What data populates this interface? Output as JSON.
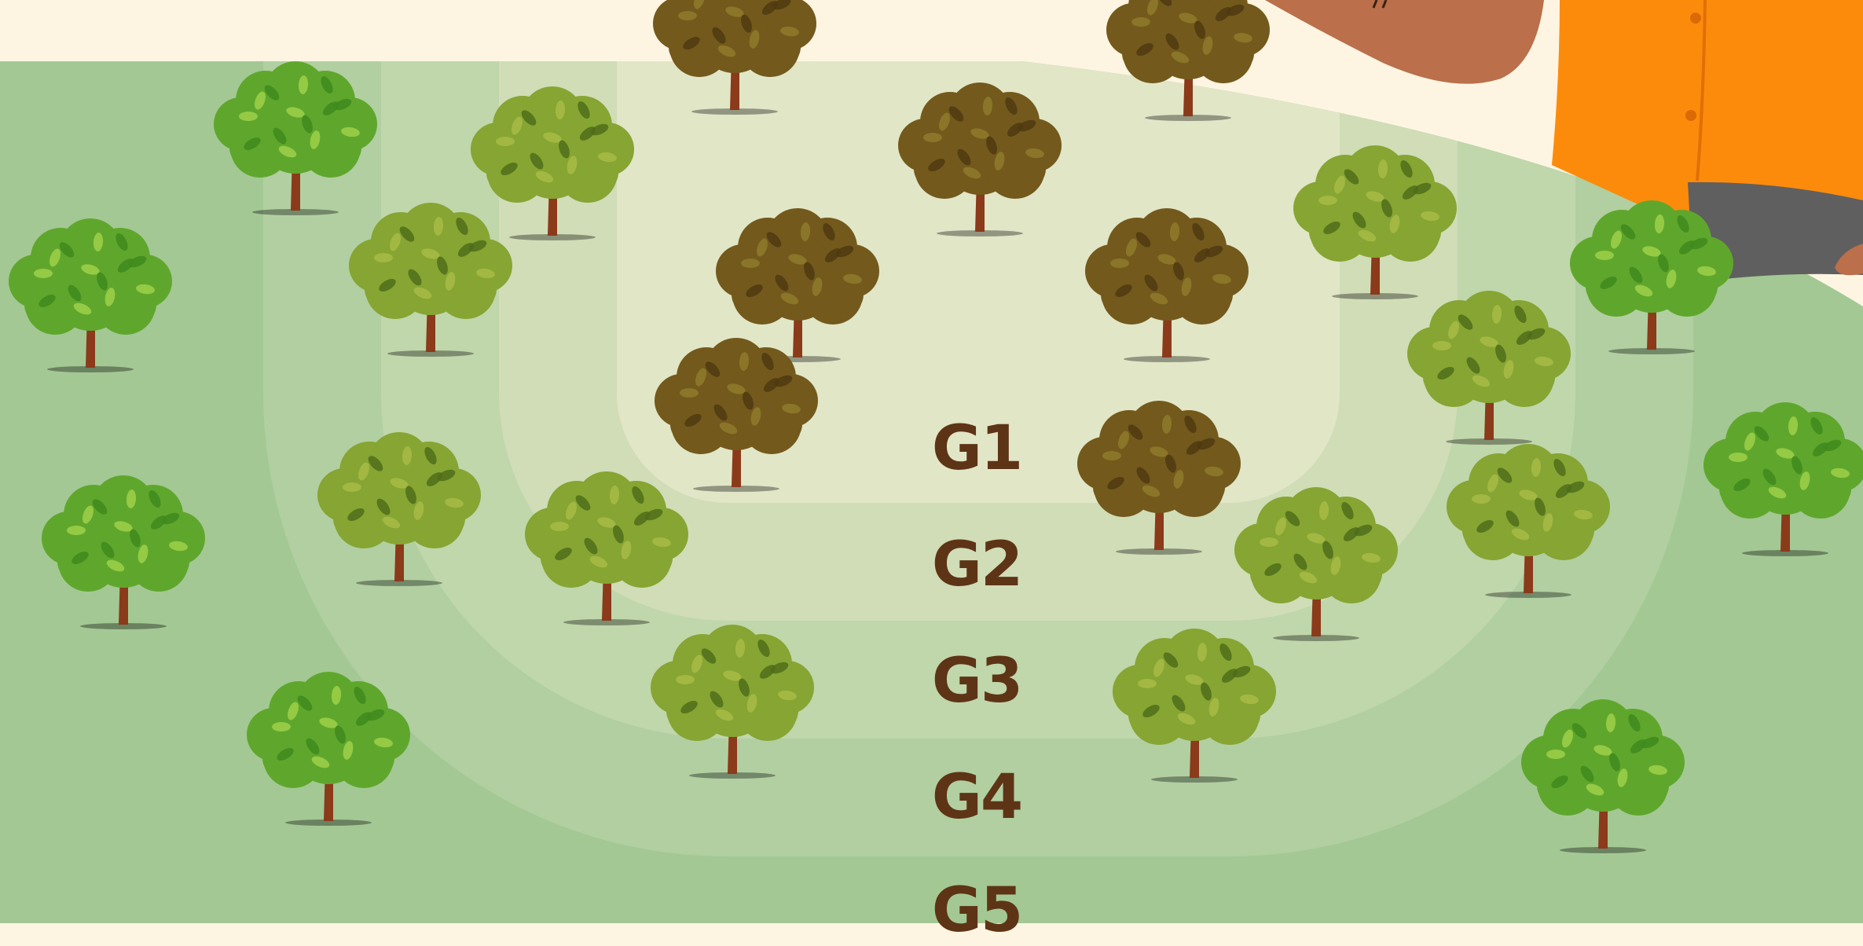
{
  "colors": {
    "background": "#fdf5e2",
    "zone_g1": "#e1e6c7",
    "zone_g2": "#d0ddb7",
    "zone_g3": "#c0d6ab",
    "zone_g4": "#b1cfa1",
    "zone_g5": "#a3c894",
    "label": "#5e3416",
    "canopy_light": "#5fa72c",
    "canopy_mid": "#86a532",
    "canopy_dark": "#73591c",
    "trunk": "#8b3a1a",
    "person_skin": "#bb6f4b",
    "person_shirt": "#fd8b0b",
    "person_pants": "#5f5f5f"
  },
  "zones": [
    {
      "id": "g1",
      "label": "G1",
      "color": "#e1e6c7"
    },
    {
      "id": "g2",
      "label": "G2",
      "color": "#d0ddb7"
    },
    {
      "id": "g3",
      "label": "G3",
      "color": "#c0d6ab"
    },
    {
      "id": "g4",
      "label": "G4",
      "color": "#b1cfa1"
    },
    {
      "id": "g5",
      "label": "G5",
      "color": "#a3c894"
    }
  ],
  "tree_counts": {
    "dark": 7,
    "mid": 11,
    "light": 8
  }
}
